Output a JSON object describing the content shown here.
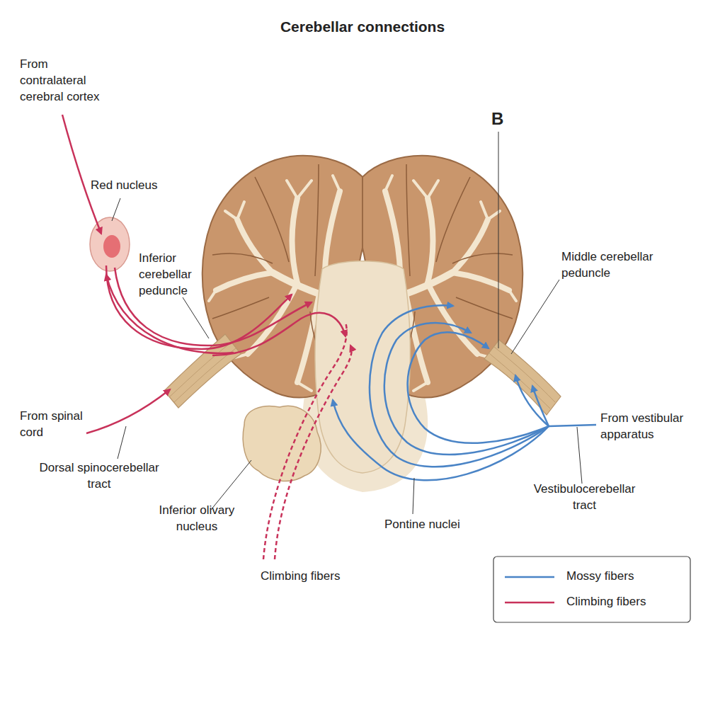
{
  "diagram": {
    "title": "Cerebellar connections",
    "labels": [
      "From contralateral cerebral cortex",
      "Red nucleus",
      "Inferior cerebellar peduncle",
      "From spinal cord",
      "Dorsal spinocerebellar tract",
      "Inferior olivary nucleus",
      "Climbing fibers",
      "Pontine nuclei",
      "Vestibulocerebellar tract",
      "From vestibular apparatus",
      "Middle cerebellar peduncle",
      "B"
    ],
    "legend": [
      {
        "text": "Mossy fibers"
      },
      {
        "text": "Climbing fibers"
      }
    ]
  }
}
